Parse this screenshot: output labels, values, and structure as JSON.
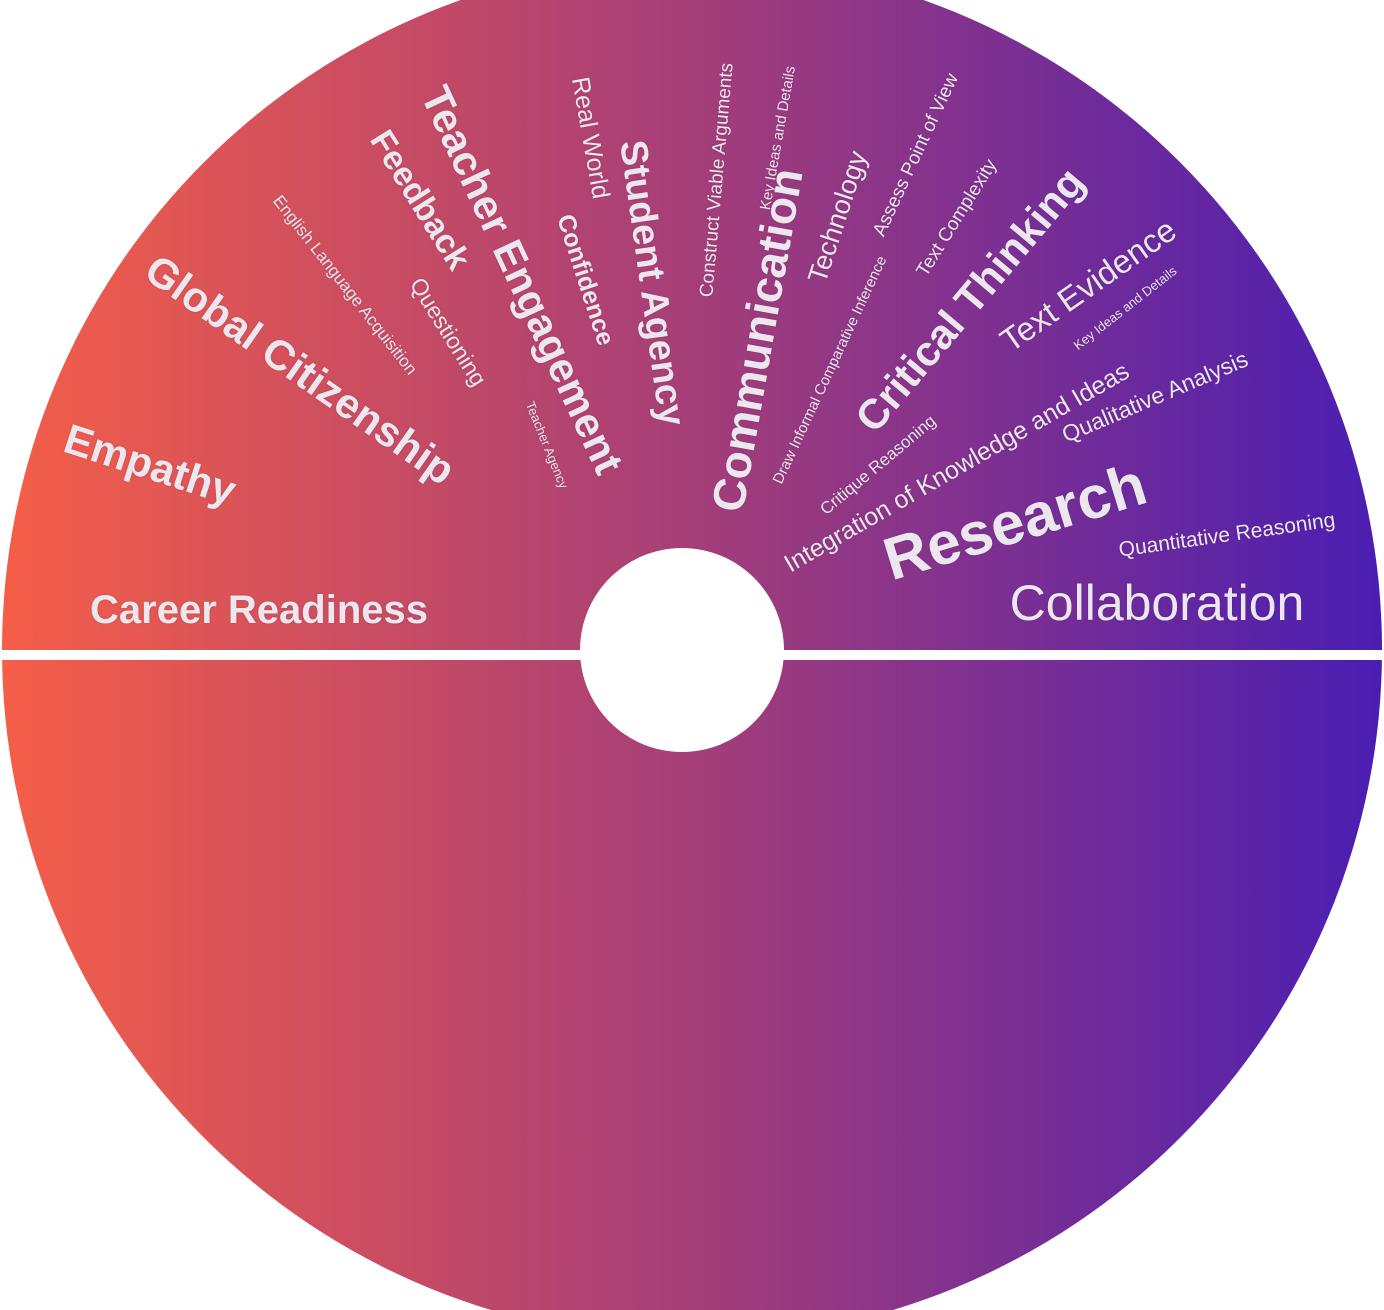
{
  "colors": {
    "left": "#f55e48",
    "middle": "#a53e78",
    "right": "#4a1eb2",
    "text": "#ece6ee"
  },
  "words": [
    "Career Readiness",
    "Collaboration",
    "Empathy",
    "Global Citizenship",
    "English Language Acquisition",
    "Feedback",
    "Questioning",
    "Teacher Engagement",
    "Teacher Agency",
    "Confidence",
    "Real World",
    "Student Agency",
    "Construct Viable Arguments",
    "Key Ideas and Details",
    "Communication",
    "Technology",
    "Assess Point of View",
    "Draw Informal Comparative Inference",
    "Text Complexity",
    "Critical Thinking",
    "Text Evidence",
    "Key Ideas and Details",
    "Critique Reasoning",
    "Integration of Knowledge and Ideas",
    "Qualitative Analysis",
    "Research",
    "Quantitative Reasoning"
  ]
}
